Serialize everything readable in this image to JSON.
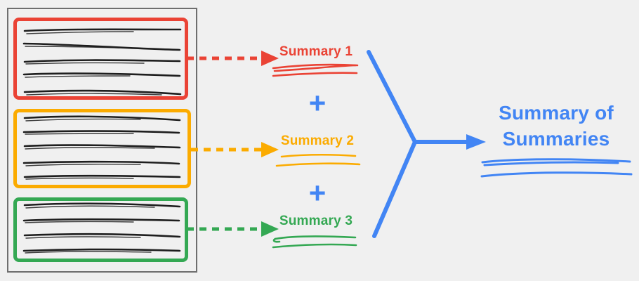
{
  "diagram": {
    "background_color": "#F0F0F0",
    "document": {
      "border_color": "#6E6E6E",
      "chunks": [
        {
          "name": "chunk-1",
          "color": "#EA4335",
          "text_line_count": 5
        },
        {
          "name": "chunk-2",
          "color": "#FBAB00",
          "text_line_count": 5
        },
        {
          "name": "chunk-3",
          "color": "#34A853",
          "text_line_count": 4
        }
      ]
    },
    "summaries": [
      {
        "label": "Summary 1",
        "color": "#EA4335"
      },
      {
        "label": "Summary 2",
        "color": "#FBAB00"
      },
      {
        "label": "Summary 3",
        "color": "#34A853"
      }
    ],
    "plus_signs": [
      "+",
      "+"
    ],
    "result": {
      "label": "Summary of Summaries",
      "color": "#4285F4"
    },
    "ink_color": "#1E1E1E"
  }
}
